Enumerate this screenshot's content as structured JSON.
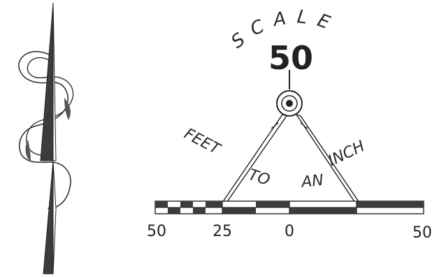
{
  "scale": {
    "top_word": "SCALE",
    "value": "50",
    "unit_left": "FEET",
    "unit_mid": "TO",
    "unit_right": "AN",
    "unit_end": "INCH"
  },
  "scale_bar": {
    "labels": [
      "50",
      "25",
      "0",
      "50"
    ]
  },
  "icons": {
    "north_arrow": "north-arrow-icon",
    "compass": "drafting-compass-icon"
  },
  "colors": {
    "ink": "#2a2a2a",
    "dark_fill": "#3c3c3c",
    "paper": "#ffffff"
  }
}
